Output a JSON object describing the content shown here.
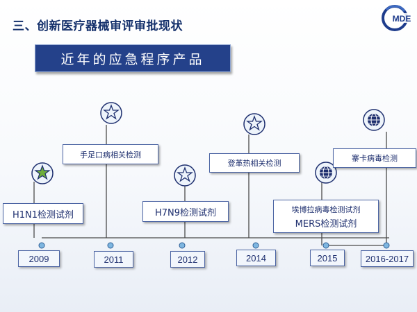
{
  "slide": {
    "title": "三、创新医疗器械审评审批现状",
    "subtitle": "近年的应急程序产品",
    "logo_text": "MDE"
  },
  "timeline": {
    "years": [
      "2009",
      "2011",
      "2012",
      "2014",
      "2015",
      "2016-2017"
    ],
    "products": [
      {
        "label": "H1N1检测试剂",
        "year": "2009",
        "icon": "star-badge-icon"
      },
      {
        "label": "手足口病相关检测",
        "year": "2011",
        "icon": "star-badge-icon"
      },
      {
        "label": "H7N9检测试剂",
        "year": "2012",
        "icon": "star-badge-icon"
      },
      {
        "label": "登革热相关检测",
        "year": "2014",
        "icon": "star-badge-icon"
      },
      {
        "label": "埃博拉病毒检测试剂",
        "label2": "MERS检测试剂",
        "year": "2015",
        "icon": "globe-icon"
      },
      {
        "label": "寨卡病毒检测",
        "year": "2016-2017",
        "icon": "globe-icon"
      }
    ]
  },
  "colors": {
    "primary_blue": "#24418a",
    "title_blue": "#14306b",
    "line_gray": "#4a4a4a",
    "dot_blue": "#7eb6e0",
    "star_green": "#6fae3a"
  }
}
